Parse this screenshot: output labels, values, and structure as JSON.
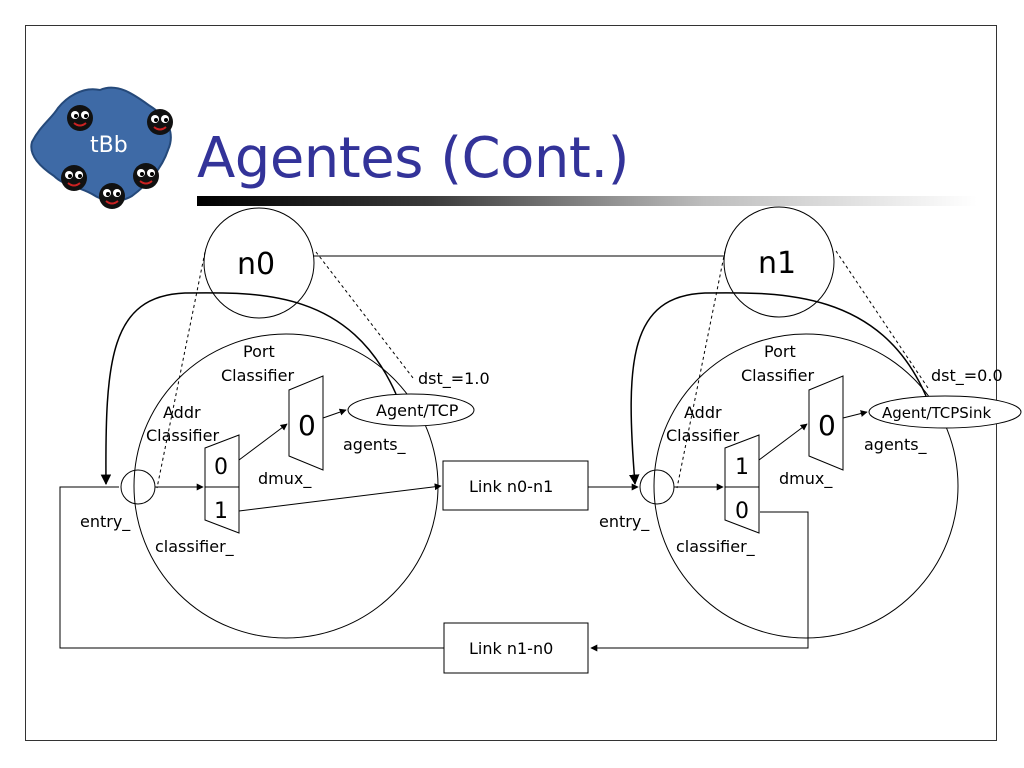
{
  "slide": {
    "title": "Agentes (Cont.)",
    "logo_text": "tBb"
  },
  "colors": {
    "title": "#333399",
    "logo_fill": "#3e6aa6",
    "line": "#000000"
  },
  "diagram": {
    "node0": {
      "name": "n0",
      "port_classifier": [
        "Port",
        "Classifier"
      ],
      "addr_classifier": [
        "Addr",
        "Classifier"
      ],
      "classifier_slots": [
        "0",
        "1"
      ],
      "dmux_slot": "0",
      "dmux_label": "dmux_",
      "agent": "Agent/TCP",
      "agents_label": "agents_",
      "dst": "dst_=1.0",
      "entry": "entry_",
      "classifier_label": "classifier_"
    },
    "node1": {
      "name": "n1",
      "port_classifier": [
        "Port",
        "Classifier"
      ],
      "addr_classifier": [
        "Addr",
        "Classifier"
      ],
      "classifier_slots": [
        "1",
        "0"
      ],
      "dmux_slot": "0",
      "dmux_label": "dmux_",
      "agent": "Agent/TCPSink",
      "agents_label": "agents_",
      "dst": "dst_=0.0",
      "entry": "entry_",
      "classifier_label": "classifier_"
    },
    "links": {
      "forward": "Link n0-n1",
      "backward": "Link n1-n0"
    }
  }
}
